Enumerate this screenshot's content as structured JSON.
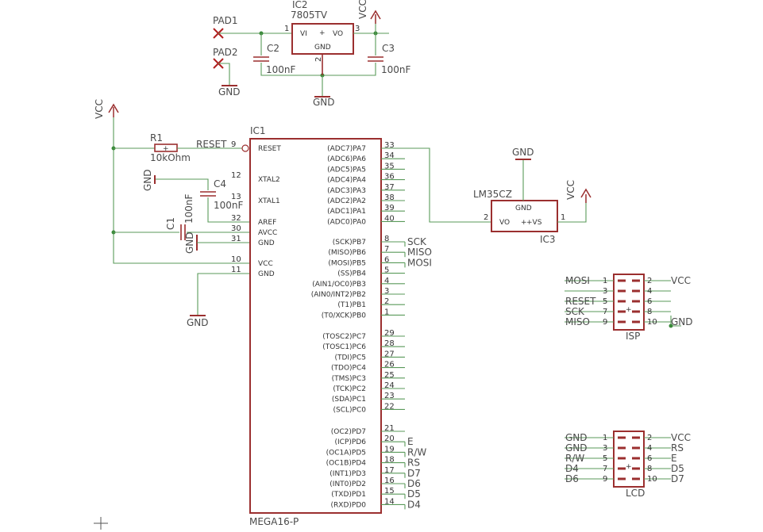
{
  "ic2": {
    "name": "IC2",
    "value": "7805TV",
    "pin_vi": "VI",
    "pin_vo": "VO",
    "pin_gnd": "GND",
    "p1": "1",
    "p2": "2",
    "p3": "3"
  },
  "pads": {
    "pad1": "PAD1",
    "pad2": "PAD2"
  },
  "caps": {
    "c2": "C2",
    "c2v": "100nF",
    "c3": "C3",
    "c3v": "100nF",
    "c4": "C4",
    "c4v": "100nF",
    "c1": "C1",
    "c1v": "100nF"
  },
  "r1": {
    "name": "R1",
    "value": "10kOhm"
  },
  "power": {
    "vcc": "VCC",
    "gnd": "GND"
  },
  "ic1": {
    "name": "IC1",
    "value": "MEGA16-P",
    "left_pins": [
      {
        "num": "9",
        "name": "RESET"
      },
      {
        "num": "12",
        "name": "XTAL2"
      },
      {
        "num": "13",
        "name": "XTAL1"
      },
      {
        "num": "32",
        "name": "AREF"
      },
      {
        "num": "30",
        "name": "AVCC"
      },
      {
        "num": "31",
        "name": "GND"
      },
      {
        "num": "10",
        "name": "VCC"
      },
      {
        "num": "11",
        "name": "GND"
      }
    ],
    "reset_net": "RESET",
    "right_pins": [
      {
        "num": "33",
        "name": "(ADC7)PA7",
        "net": ""
      },
      {
        "num": "34",
        "name": "(ADC6)PA6",
        "net": ""
      },
      {
        "num": "35",
        "name": "(ADC5)PA5",
        "net": ""
      },
      {
        "num": "36",
        "name": "(ADC4)PA4",
        "net": ""
      },
      {
        "num": "37",
        "name": "(ADC3)PA3",
        "net": ""
      },
      {
        "num": "38",
        "name": "(ADC2)PA2",
        "net": ""
      },
      {
        "num": "39",
        "name": "(ADC1)PA1",
        "net": ""
      },
      {
        "num": "40",
        "name": "(ADC0)PA0",
        "net": ""
      },
      {
        "num": "8",
        "name": "(SCK)PB7",
        "net": "SCK"
      },
      {
        "num": "7",
        "name": "(MISO)PB6",
        "net": "MISO"
      },
      {
        "num": "6",
        "name": "(MOSI)PB5",
        "net": "MOSI"
      },
      {
        "num": "5",
        "name": "(SS)PB4",
        "net": ""
      },
      {
        "num": "4",
        "name": "(AIN1/OC0)PB3",
        "net": ""
      },
      {
        "num": "3",
        "name": "(AIN0/INT2)PB2",
        "net": ""
      },
      {
        "num": "2",
        "name": "(T1)PB1",
        "net": ""
      },
      {
        "num": "1",
        "name": "(T0/XCK)PB0",
        "net": ""
      },
      {
        "num": "29",
        "name": "(TOSC2)PC7",
        "net": ""
      },
      {
        "num": "28",
        "name": "(TOSC1)PC6",
        "net": ""
      },
      {
        "num": "27",
        "name": "(TDI)PC5",
        "net": ""
      },
      {
        "num": "26",
        "name": "(TDO)PC4",
        "net": ""
      },
      {
        "num": "25",
        "name": "(TMS)PC3",
        "net": ""
      },
      {
        "num": "24",
        "name": "(TCK)PC2",
        "net": ""
      },
      {
        "num": "23",
        "name": "(SDA)PC1",
        "net": ""
      },
      {
        "num": "22",
        "name": "(SCL)PC0",
        "net": ""
      },
      {
        "num": "21",
        "name": "(OC2)PD7",
        "net": ""
      },
      {
        "num": "20",
        "name": "(ICP)PD6",
        "net": "E"
      },
      {
        "num": "19",
        "name": "(OC1A)PD5",
        "net": "R/W"
      },
      {
        "num": "18",
        "name": "(OC1B)PD4",
        "net": "RS"
      },
      {
        "num": "17",
        "name": "(INT1)PD3",
        "net": "D7"
      },
      {
        "num": "16",
        "name": "(INT0)PD2",
        "net": "D6"
      },
      {
        "num": "15",
        "name": "(TXD)PD1",
        "net": "D5"
      },
      {
        "num": "14",
        "name": "(RXD)PD0",
        "net": "D4"
      }
    ]
  },
  "ic3": {
    "name": "IC3",
    "value": "LM35CZ",
    "pin_gnd": "GND",
    "pin_vo": "VO",
    "pin_vs": "+VS",
    "p1": "1",
    "p2": "2"
  },
  "isp": {
    "name": "ISP",
    "rows": [
      {
        "l": "MOSI",
        "ln": "1",
        "rn": "2",
        "r": "VCC"
      },
      {
        "l": "",
        "ln": "3",
        "rn": "4",
        "r": ""
      },
      {
        "l": "RESET",
        "ln": "5",
        "rn": "6",
        "r": ""
      },
      {
        "l": "SCK",
        "ln": "7",
        "rn": "8",
        "r": ""
      },
      {
        "l": "MISO",
        "ln": "9",
        "rn": "10",
        "r": "GND"
      }
    ]
  },
  "lcd": {
    "name": "LCD",
    "rows": [
      {
        "l": "GND",
        "ln": "1",
        "rn": "2",
        "r": "VCC"
      },
      {
        "l": "GND",
        "ln": "3",
        "rn": "4",
        "r": "RS"
      },
      {
        "l": "R/W",
        "ln": "5",
        "rn": "6",
        "r": "E"
      },
      {
        "l": "D4",
        "ln": "7",
        "rn": "8",
        "r": "D5"
      },
      {
        "l": "D6",
        "ln": "9",
        "rn": "10",
        "r": "D7"
      }
    ]
  }
}
